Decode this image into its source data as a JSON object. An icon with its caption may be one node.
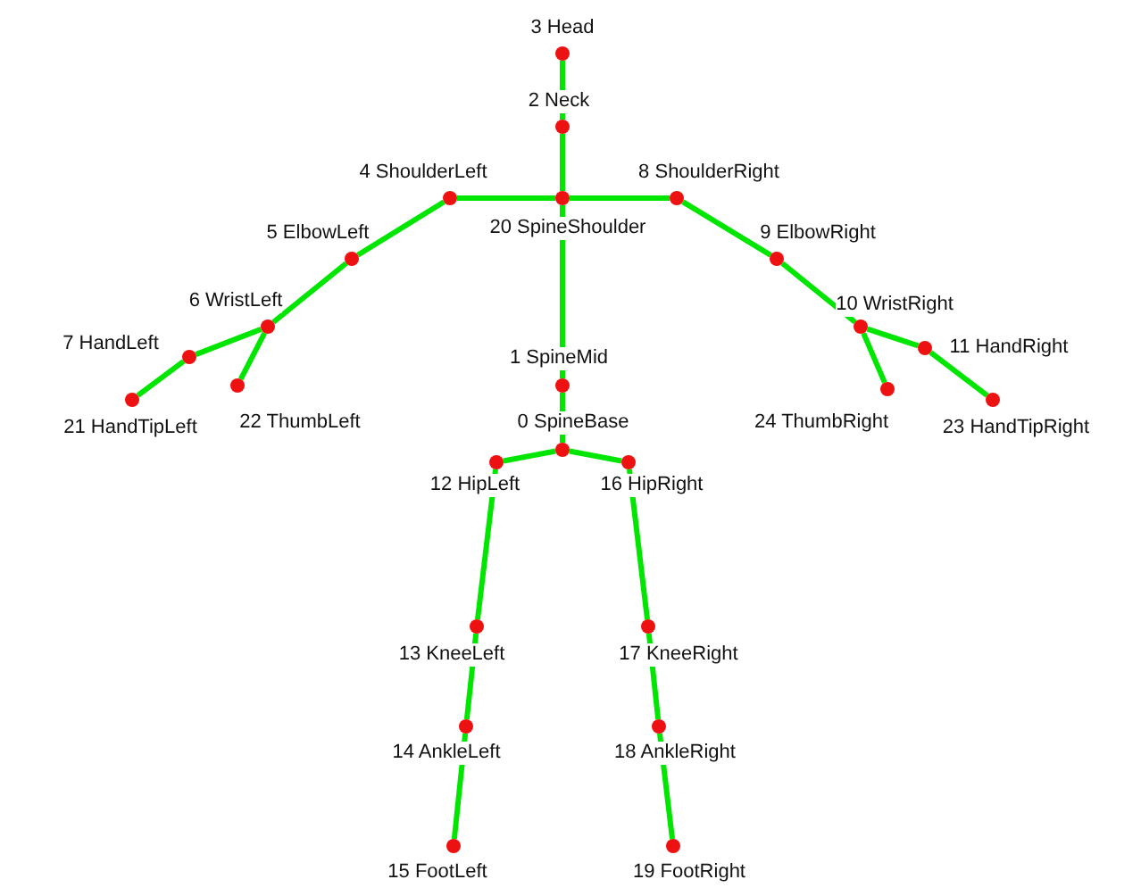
{
  "diagram": {
    "nodes": [
      {
        "text": [],
        "shape": "circle",
        "beside": [
          "0 SpineBase"
        ]
      },
      {
        "text": [],
        "shape": "circle",
        "beside": [
          "1 SpineMid"
        ]
      },
      {
        "text": [],
        "shape": "circle",
        "beside": [
          "2 Neck"
        ]
      },
      {
        "text": [],
        "shape": "circle",
        "beside": [
          "3 Head"
        ]
      },
      {
        "text": [],
        "shape": "circle",
        "beside": [
          "4 ShoulderLeft"
        ]
      },
      {
        "text": [],
        "shape": "circle",
        "beside": [
          "5 ElbowLeft"
        ]
      },
      {
        "text": [],
        "shape": "circle",
        "beside": [
          "6 WristLeft"
        ]
      },
      {
        "text": [],
        "shape": "circle",
        "beside": [
          "7 HandLeft"
        ]
      },
      {
        "text": [],
        "shape": "circle",
        "beside": [
          "8 ShoulderRight"
        ]
      },
      {
        "text": [],
        "shape": "circle",
        "beside": [
          "9 ElbowRight"
        ]
      },
      {
        "text": [],
        "shape": "circle",
        "beside": [
          "10 WristRight"
        ]
      },
      {
        "text": [],
        "shape": "circle",
        "beside": [
          "11 HandRight"
        ]
      },
      {
        "text": [],
        "shape": "circle",
        "beside": [
          "12 HipLeft"
        ]
      },
      {
        "text": [],
        "shape": "circle",
        "beside": [
          "13 KneeLeft"
        ]
      },
      {
        "text": [],
        "shape": "circle",
        "beside": [
          "14 AnkleLeft"
        ]
      },
      {
        "text": [],
        "shape": "circle",
        "beside": [
          "15 FootLeft"
        ]
      },
      {
        "text": [],
        "shape": "circle",
        "beside": [
          "16 HipRight"
        ]
      },
      {
        "text": [],
        "shape": "circle",
        "beside": [
          "17 KneeRight"
        ]
      },
      {
        "text": [],
        "shape": "circle",
        "beside": [
          "18 AnkleRight"
        ]
      },
      {
        "text": [],
        "shape": "circle",
        "beside": [
          "19 FootRight"
        ]
      },
      {
        "text": [],
        "shape": "circle",
        "beside": [
          "20 SpineShoulder"
        ]
      },
      {
        "text": [],
        "shape": "circle",
        "beside": [
          "21 HandTipLeft"
        ]
      },
      {
        "text": [],
        "shape": "circle",
        "beside": [
          "22 ThumbLeft"
        ]
      },
      {
        "text": [],
        "shape": "circle",
        "beside": [
          "23 HandTipRight"
        ]
      },
      {
        "text": [],
        "shape": "circle",
        "beside": [
          "24 ThumbRight"
        ]
      }
    ],
    "edges": [
      {
        "from": 3,
        "to": 2,
        "arrow": "none"
      },
      {
        "from": 2,
        "to": 20,
        "arrow": "none"
      },
      {
        "from": 20,
        "to": 4,
        "arrow": "none"
      },
      {
        "from": 4,
        "to": 5,
        "arrow": "none"
      },
      {
        "from": 5,
        "to": 6,
        "arrow": "none"
      },
      {
        "from": 6,
        "to": 7,
        "arrow": "none"
      },
      {
        "from": 7,
        "to": 21,
        "arrow": "none"
      },
      {
        "from": 6,
        "to": 22,
        "arrow": "none"
      },
      {
        "from": 20,
        "to": 8,
        "arrow": "none"
      },
      {
        "from": 8,
        "to": 9,
        "arrow": "none"
      },
      {
        "from": 9,
        "to": 10,
        "arrow": "none"
      },
      {
        "from": 10,
        "to": 11,
        "arrow": "none"
      },
      {
        "from": 11,
        "to": 23,
        "arrow": "none"
      },
      {
        "from": 10,
        "to": 24,
        "arrow": "none"
      },
      {
        "from": 20,
        "to": 1,
        "arrow": "none"
      },
      {
        "from": 1,
        "to": 0,
        "arrow": "none"
      },
      {
        "from": 0,
        "to": 12,
        "arrow": "none"
      },
      {
        "from": 12,
        "to": 13,
        "arrow": "none"
      },
      {
        "from": 13,
        "to": 14,
        "arrow": "none"
      },
      {
        "from": 14,
        "to": 15,
        "arrow": "none"
      },
      {
        "from": 0,
        "to": 16,
        "arrow": "none"
      },
      {
        "from": 16,
        "to": 17,
        "arrow": "none"
      },
      {
        "from": 17,
        "to": 18,
        "arrow": "none"
      },
      {
        "from": 18,
        "to": 19,
        "arrow": "none"
      }
    ]
  }
}
